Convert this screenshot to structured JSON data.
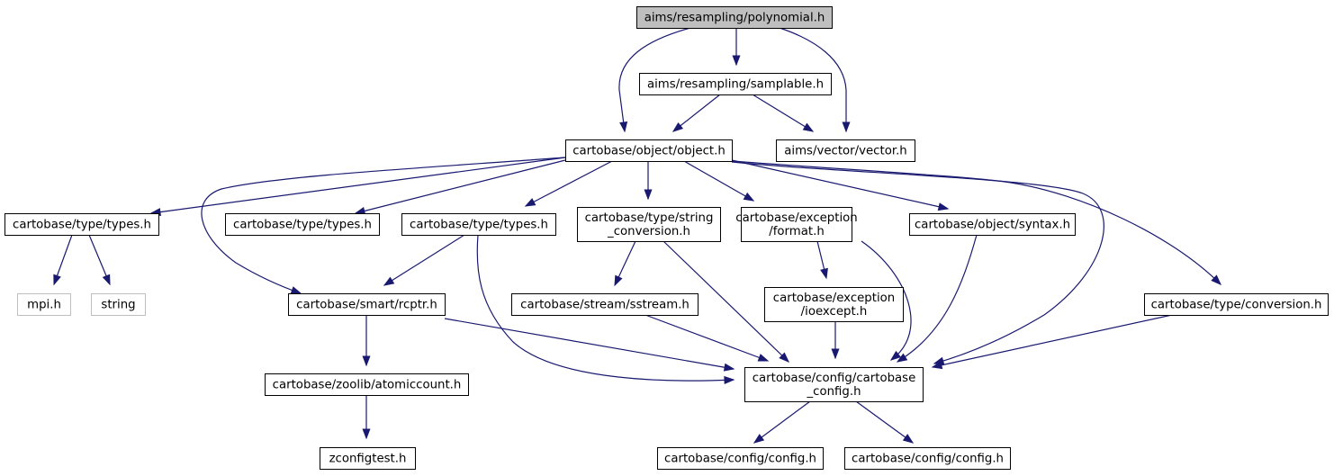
{
  "diagram": {
    "type": "include-dependency-graph",
    "colors": {
      "edge": "#191970",
      "root_fill": "#bfbfbf",
      "node_fill": "#ffffff",
      "node_border": "#000000",
      "external_border": "#bfbfbf"
    },
    "nodes": [
      {
        "id": "root",
        "lines": [
          "aims/resampling/polynomial.h"
        ],
        "kind": "root"
      },
      {
        "id": "samplable",
        "lines": [
          "aims/resampling/samplable.h"
        ],
        "kind": "normal"
      },
      {
        "id": "object",
        "lines": [
          "cartobase/object/object.h"
        ],
        "kind": "normal"
      },
      {
        "id": "vector",
        "lines": [
          "aims/vector/vector.h"
        ],
        "kind": "normal"
      },
      {
        "id": "types1",
        "lines": [
          "cartobase/type/types.h"
        ],
        "kind": "normal"
      },
      {
        "id": "types2",
        "lines": [
          "cartobase/type/types.h"
        ],
        "kind": "normal"
      },
      {
        "id": "types3",
        "lines": [
          "cartobase/type/types.h"
        ],
        "kind": "normal"
      },
      {
        "id": "strconv",
        "lines": [
          "cartobase/type/string",
          "_conversion.h"
        ],
        "kind": "normal"
      },
      {
        "id": "format",
        "lines": [
          "cartobase/exception",
          "/format.h"
        ],
        "kind": "normal"
      },
      {
        "id": "syntax",
        "lines": [
          "cartobase/object/syntax.h"
        ],
        "kind": "normal"
      },
      {
        "id": "mpi",
        "lines": [
          "mpi.h"
        ],
        "kind": "external"
      },
      {
        "id": "string",
        "lines": [
          "string"
        ],
        "kind": "external"
      },
      {
        "id": "rcptr",
        "lines": [
          "cartobase/smart/rcptr.h"
        ],
        "kind": "normal"
      },
      {
        "id": "sstream",
        "lines": [
          "cartobase/stream/sstream.h"
        ],
        "kind": "normal"
      },
      {
        "id": "ioexcept",
        "lines": [
          "cartobase/exception",
          "/ioexcept.h"
        ],
        "kind": "normal"
      },
      {
        "id": "conversion",
        "lines": [
          "cartobase/type/conversion.h"
        ],
        "kind": "normal"
      },
      {
        "id": "cbconfig",
        "lines": [
          "cartobase/config/cartobase",
          "_config.h"
        ],
        "kind": "normal"
      },
      {
        "id": "atomic",
        "lines": [
          "cartobase/zoolib/atomiccount.h"
        ],
        "kind": "normal"
      },
      {
        "id": "zconfig",
        "lines": [
          "zconfigtest.h"
        ],
        "kind": "normal"
      },
      {
        "id": "config1",
        "lines": [
          "cartobase/config/config.h"
        ],
        "kind": "normal"
      },
      {
        "id": "config2",
        "lines": [
          "cartobase/config/config.h"
        ],
        "kind": "normal"
      }
    ],
    "edges": [
      {
        "from": "root",
        "to": "samplable"
      },
      {
        "from": "root",
        "to": "object"
      },
      {
        "from": "root",
        "to": "vector"
      },
      {
        "from": "samplable",
        "to": "object"
      },
      {
        "from": "samplable",
        "to": "vector"
      },
      {
        "from": "object",
        "to": "types1"
      },
      {
        "from": "object",
        "to": "types2"
      },
      {
        "from": "object",
        "to": "types3"
      },
      {
        "from": "object",
        "to": "strconv"
      },
      {
        "from": "object",
        "to": "format"
      },
      {
        "from": "object",
        "to": "syntax"
      },
      {
        "from": "object",
        "to": "rcptr"
      },
      {
        "from": "object",
        "to": "conversion"
      },
      {
        "from": "object",
        "to": "cbconfig"
      },
      {
        "from": "types1",
        "to": "mpi"
      },
      {
        "from": "types1",
        "to": "string"
      },
      {
        "from": "types3",
        "to": "rcptr"
      },
      {
        "from": "types3",
        "to": "cbconfig"
      },
      {
        "from": "strconv",
        "to": "sstream"
      },
      {
        "from": "strconv",
        "to": "cbconfig"
      },
      {
        "from": "format",
        "to": "ioexcept"
      },
      {
        "from": "format",
        "to": "cbconfig"
      },
      {
        "from": "syntax",
        "to": "cbconfig"
      },
      {
        "from": "rcptr",
        "to": "atomic"
      },
      {
        "from": "rcptr",
        "to": "cbconfig"
      },
      {
        "from": "sstream",
        "to": "cbconfig"
      },
      {
        "from": "ioexcept",
        "to": "cbconfig"
      },
      {
        "from": "conversion",
        "to": "cbconfig"
      },
      {
        "from": "atomic",
        "to": "zconfig"
      },
      {
        "from": "cbconfig",
        "to": "config1"
      },
      {
        "from": "cbconfig",
        "to": "config2"
      }
    ]
  }
}
